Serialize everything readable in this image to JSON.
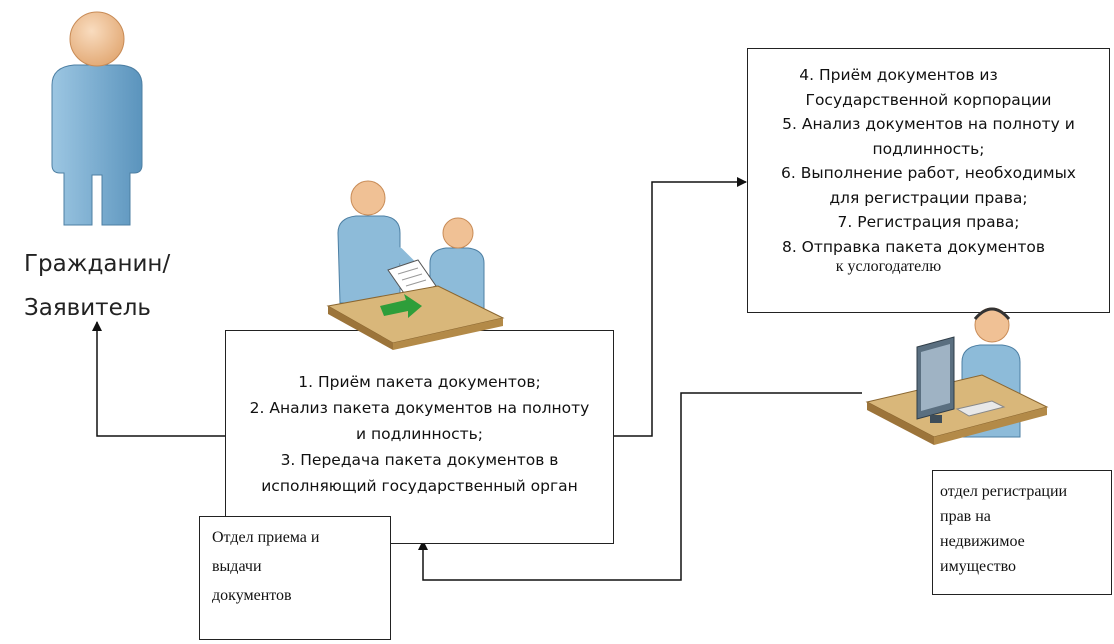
{
  "citizen": {
    "label_line1": "Гражданин/",
    "label_line2": "Заявитель",
    "icon": "person-icon"
  },
  "reception_process": {
    "lines": [
      "1. Приём пакета документов;",
      "2. Анализ пакета документов на полноту",
      "и подлинность;",
      "3. Передача пакета документов в",
      "исполняющий государственный орган"
    ],
    "icon": "desk-meeting-icon"
  },
  "reception_department": {
    "lines": [
      "Отдел приема и",
      "выдачи",
      "документов"
    ]
  },
  "registration_process": {
    "lines": [
      "4. Приём документов из",
      "Государственной корпорации",
      "5. Анализ документов на полноту и",
      "подлинность;",
      "6. Выполнение работ, необходимых",
      "для регистрации права;",
      "7. Регистрация права;",
      "8. Отправка пакета документов",
      "к услогодателю"
    ]
  },
  "registration_department": {
    "lines": [
      "отдел регистрации",
      "прав на",
      "недвижимое",
      "имущество"
    ],
    "icon": "computer-operator-icon"
  },
  "colors": {
    "person_body": "#7fb3d5",
    "person_head": "#f2c49b",
    "desk_top": "#d9b77a",
    "desk_side": "#b38a48",
    "arrow_green": "#2e9e3a",
    "monitor": "#5a6f80"
  }
}
